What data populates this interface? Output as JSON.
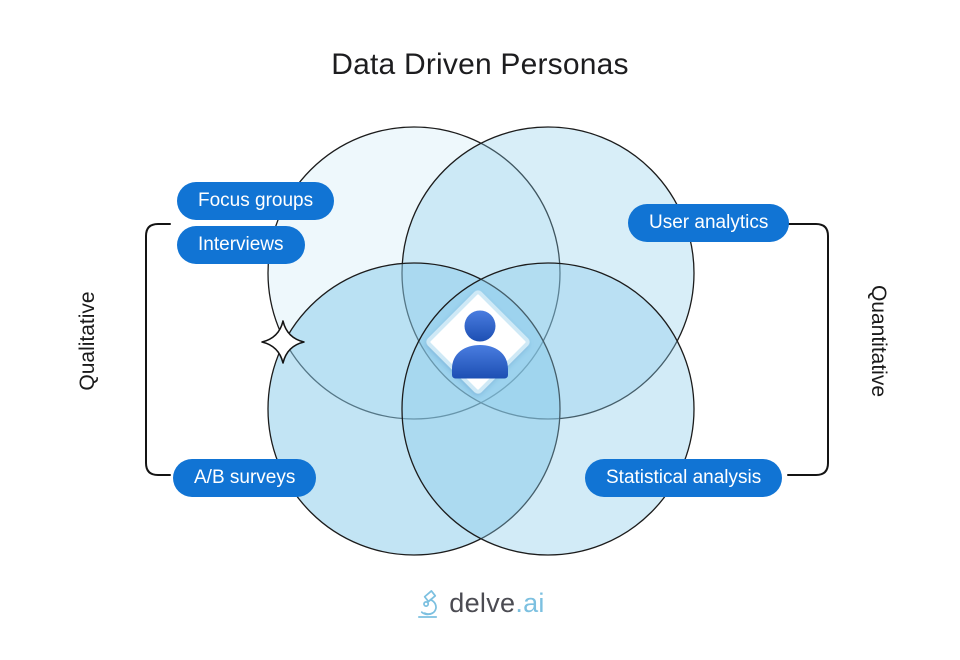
{
  "title": "Data Driven Personas",
  "venn": {
    "left_group_label": "Qualitative",
    "right_group_label": "Quantitative",
    "tags": {
      "focus_groups": "Focus groups",
      "interviews": "Interviews",
      "user_analytics": "User analytics",
      "ab_surveys": "A/B surveys",
      "statistical_analysis": "Statistical analysis"
    }
  },
  "icons": {
    "center": "person-icon",
    "left_intersection": "sparkle-icon",
    "footer": "microscope-icon"
  },
  "colors": {
    "tag_background": "#1174d4",
    "tag_text": "#ffffff",
    "circle_outline": "#1c1c1c",
    "circle_tint": "#8acbe9",
    "diamond_border": "#cfe9f6",
    "person_blue_top": "#4a7de0",
    "person_blue_bottom": "#1d4fb3",
    "logo_accent": "#7cc0e0",
    "logo_text_color": "#4b4b52"
  },
  "footer": {
    "brand_name": "delve",
    "brand_tld": ".ai"
  }
}
